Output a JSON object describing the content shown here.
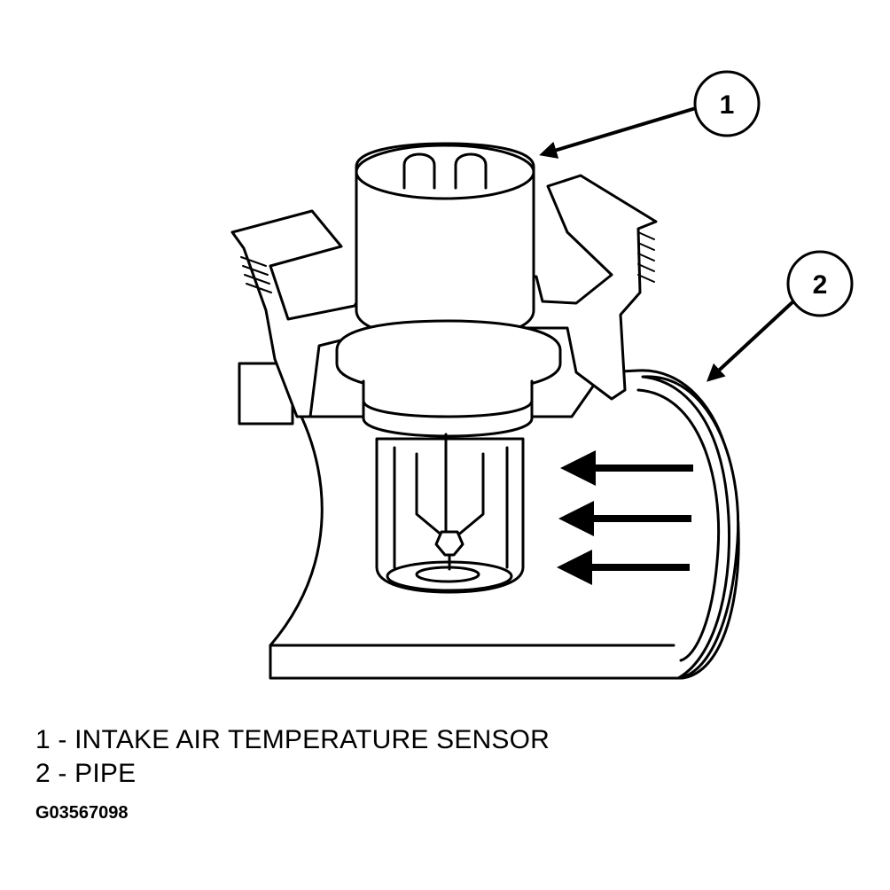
{
  "callouts": [
    {
      "number": "1"
    },
    {
      "number": "2"
    }
  ],
  "legend": [
    {
      "text": "1 - INTAKE AIR TEMPERATURE SENSOR"
    },
    {
      "text": "2 - PIPE"
    }
  ],
  "figure_id": "G03567098",
  "icons": [
    "airflow-arrow-icon",
    "leader-arrow-icon"
  ]
}
